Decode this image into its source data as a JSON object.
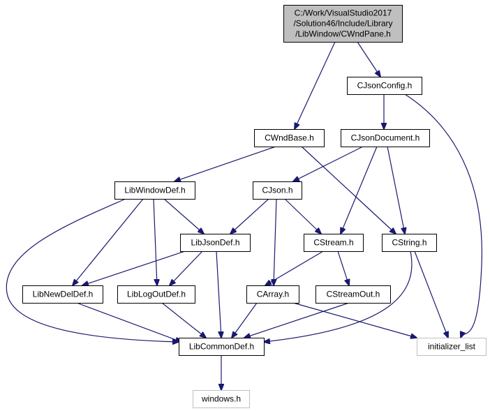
{
  "colors": {
    "edge": "#191970",
    "root_fill": "#bfbfbf",
    "root_stroke": "#000000",
    "node_fill": "#ffffff",
    "node_stroke": "#000000",
    "external_stroke": "#bfbfbf",
    "text": "#000000"
  },
  "nodes": [
    {
      "id": "root",
      "kind": "root",
      "lines": [
        "C:/Work/VisualStudio2017",
        "/Solution46/Include/Library",
        "/LibWindow/CWndPane.h"
      ]
    },
    {
      "id": "cjsonconfig",
      "kind": "normal",
      "lines": [
        "CJsonConfig.h"
      ]
    },
    {
      "id": "cwndbase",
      "kind": "normal",
      "lines": [
        "CWndBase.h"
      ]
    },
    {
      "id": "cjsondocument",
      "kind": "normal",
      "lines": [
        "CJsonDocument.h"
      ]
    },
    {
      "id": "libwindowdef",
      "kind": "normal",
      "lines": [
        "LibWindowDef.h"
      ]
    },
    {
      "id": "cjson",
      "kind": "normal",
      "lines": [
        "CJson.h"
      ]
    },
    {
      "id": "libjsondef",
      "kind": "normal",
      "lines": [
        "LibJsonDef.h"
      ]
    },
    {
      "id": "cstream",
      "kind": "normal",
      "lines": [
        "CStream.h"
      ]
    },
    {
      "id": "cstring",
      "kind": "normal",
      "lines": [
        "CString.h"
      ]
    },
    {
      "id": "libnewdeldef",
      "kind": "normal",
      "lines": [
        "LibNewDelDef.h"
      ]
    },
    {
      "id": "liblogoutdef",
      "kind": "normal",
      "lines": [
        "LibLogOutDef.h"
      ]
    },
    {
      "id": "carray",
      "kind": "normal",
      "lines": [
        "CArray.h"
      ]
    },
    {
      "id": "cstreamout",
      "kind": "normal",
      "lines": [
        "CStreamOut.h"
      ]
    },
    {
      "id": "libcommondef",
      "kind": "normal",
      "lines": [
        "LibCommonDef.h"
      ]
    },
    {
      "id": "initializer_list",
      "kind": "external",
      "lines": [
        "initializer_list"
      ]
    },
    {
      "id": "windows",
      "kind": "external",
      "lines": [
        "windows.h"
      ]
    }
  ],
  "edges": [
    [
      "root",
      "cwndbase"
    ],
    [
      "root",
      "cjsonconfig"
    ],
    [
      "cjsonconfig",
      "cjsondocument"
    ],
    [
      "cjsonconfig",
      "initializer_list"
    ],
    [
      "cwndbase",
      "libwindowdef"
    ],
    [
      "cwndbase",
      "cstring"
    ],
    [
      "cjsondocument",
      "cjson"
    ],
    [
      "cjsondocument",
      "cstream"
    ],
    [
      "cjsondocument",
      "cstring"
    ],
    [
      "libwindowdef",
      "libjsondef"
    ],
    [
      "libwindowdef",
      "libnewdeldef"
    ],
    [
      "libwindowdef",
      "liblogoutdef"
    ],
    [
      "libwindowdef",
      "libcommondef"
    ],
    [
      "cjson",
      "libjsondef"
    ],
    [
      "cjson",
      "cstream"
    ],
    [
      "cjson",
      "carray"
    ],
    [
      "libjsondef",
      "libnewdeldef"
    ],
    [
      "libjsondef",
      "liblogoutdef"
    ],
    [
      "libjsondef",
      "libcommondef"
    ],
    [
      "cstream",
      "carray"
    ],
    [
      "cstream",
      "cstreamout"
    ],
    [
      "cstring",
      "libcommondef"
    ],
    [
      "cstring",
      "initializer_list"
    ],
    [
      "libnewdeldef",
      "libcommondef"
    ],
    [
      "liblogoutdef",
      "libcommondef"
    ],
    [
      "carray",
      "libcommondef"
    ],
    [
      "carray",
      "initializer_list"
    ],
    [
      "cstreamout",
      "libcommondef"
    ],
    [
      "libcommondef",
      "windows"
    ]
  ]
}
